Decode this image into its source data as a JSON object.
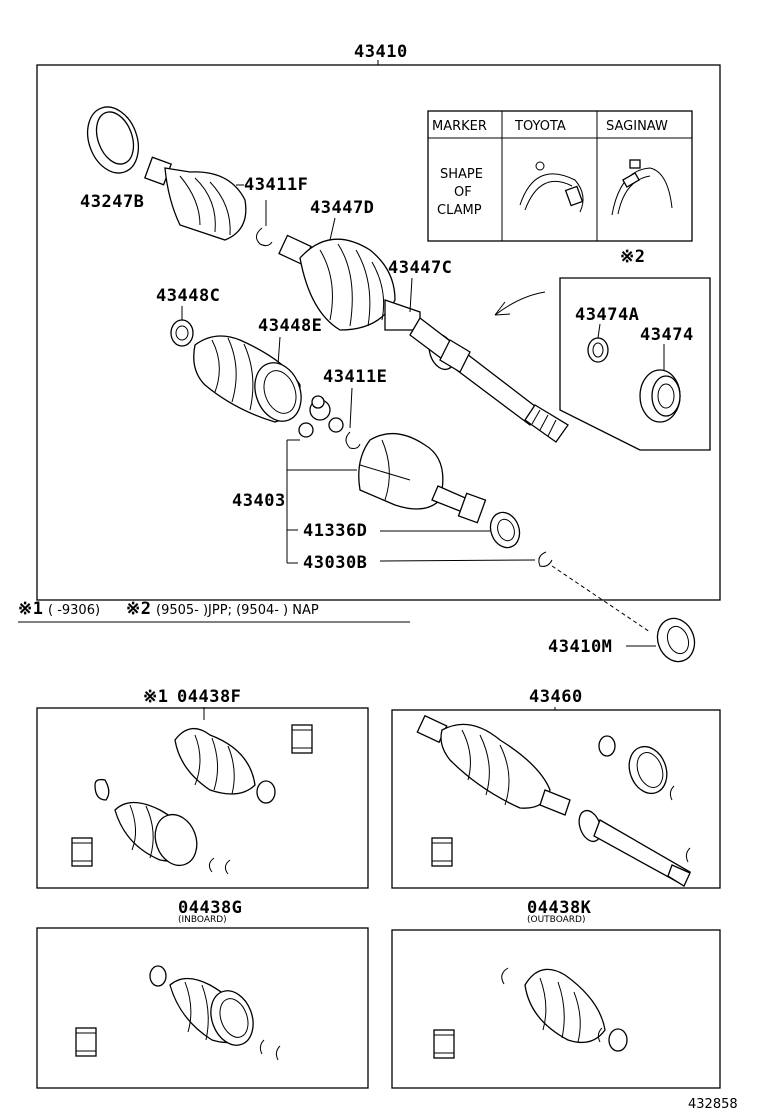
{
  "assembly": {
    "main_part": "43410",
    "parts": {
      "p43247B": "43247B",
      "p43411F": "43411F",
      "p43447D": "43447D",
      "p43447C": "43447C",
      "p43448C": "43448C",
      "p43448E": "43448E",
      "p43411E": "43411E",
      "p43403": "43403",
      "p41336D": "41336D",
      "p43030B": "43030B",
      "p43474A": "43474A",
      "p43474": "43474",
      "p43410M": "43410M"
    },
    "note2_mark": "※2"
  },
  "marker_table": {
    "h_marker": "MARKER",
    "h_toyota": "TOYOTA",
    "h_saginaw": "SAGINAW",
    "row_l1": "SHAPE",
    "row_l2": "OF",
    "row_l3": "CLAMP"
  },
  "footnote": {
    "n1_mark": "※1",
    "n1_text": "(    -9306)",
    "n2_mark": "※2",
    "n2_text": "(9505-         )JPP; (9504-         ) NAP"
  },
  "kits": {
    "k1_mark": "※1",
    "k1": "04438F",
    "k2": "43460",
    "k3": "04438G",
    "k3_sub": "(INBOARD)",
    "k4": "04438K",
    "k4_sub": "(OUTBOARD)"
  },
  "diagram_id": "432858"
}
